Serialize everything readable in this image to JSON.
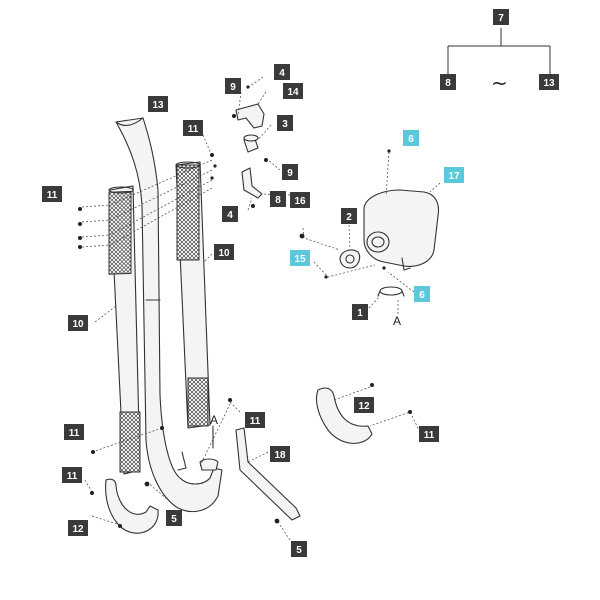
{
  "colors": {
    "callout_dark": "#3a3a3a",
    "callout_highlight": "#5bc8dc",
    "line": "#333333"
  },
  "range_legend": {
    "top_label": "7",
    "left_label": "8",
    "right_label": "13",
    "separator": "~"
  },
  "reference_letters": {
    "pipe_mark": "A",
    "muffler_mark": "A"
  },
  "callouts": [
    {
      "id": "c-4-top",
      "label": "4",
      "highlight": false
    },
    {
      "id": "c-9-top",
      "label": "9",
      "highlight": false
    },
    {
      "id": "c-14",
      "label": "14",
      "highlight": false
    },
    {
      "id": "c-13",
      "label": "13",
      "highlight": false
    },
    {
      "id": "c-3",
      "label": "3",
      "highlight": false
    },
    {
      "id": "c-11-a",
      "label": "11",
      "highlight": false
    },
    {
      "id": "c-9-mid",
      "label": "9",
      "highlight": false
    },
    {
      "id": "c-11-b",
      "label": "11",
      "highlight": false
    },
    {
      "id": "c-8",
      "label": "8",
      "highlight": false
    },
    {
      "id": "c-4-mid",
      "label": "4",
      "highlight": false
    },
    {
      "id": "c-16",
      "label": "16",
      "highlight": false
    },
    {
      "id": "c-2",
      "label": "2",
      "highlight": false
    },
    {
      "id": "c-10-a",
      "label": "10",
      "highlight": false
    },
    {
      "id": "c-15",
      "label": "15",
      "highlight": true
    },
    {
      "id": "c-6-a",
      "label": "6",
      "highlight": true
    },
    {
      "id": "c-17",
      "label": "17",
      "highlight": true
    },
    {
      "id": "c-6-b",
      "label": "6",
      "highlight": true
    },
    {
      "id": "c-1",
      "label": "1",
      "highlight": false
    },
    {
      "id": "c-10-b",
      "label": "10",
      "highlight": false
    },
    {
      "id": "c-12-a",
      "label": "12",
      "highlight": false
    },
    {
      "id": "c-11-c",
      "label": "11",
      "highlight": false
    },
    {
      "id": "c-11-d",
      "label": "11",
      "highlight": false
    },
    {
      "id": "c-11-e",
      "label": "11",
      "highlight": false
    },
    {
      "id": "c-18",
      "label": "18",
      "highlight": false
    },
    {
      "id": "c-11-f",
      "label": "11",
      "highlight": false
    },
    {
      "id": "c-5-a",
      "label": "5",
      "highlight": false
    },
    {
      "id": "c-12-b",
      "label": "12",
      "highlight": false
    },
    {
      "id": "c-5-b",
      "label": "5",
      "highlight": false
    }
  ]
}
